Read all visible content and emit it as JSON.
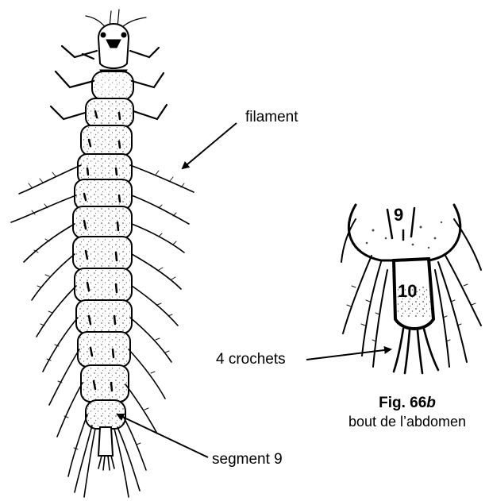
{
  "labels": {
    "filament": "filament",
    "crochets": "4 crochets",
    "segment": "segment 9"
  },
  "inset_numbers": {
    "nine": "9",
    "ten": "10"
  },
  "caption": {
    "fig_label": "Fig. 66",
    "fig_letter": "b",
    "subtitle": "bout de l’abdomen"
  },
  "colors": {
    "ink": "#000000",
    "background": "#ffffff"
  }
}
